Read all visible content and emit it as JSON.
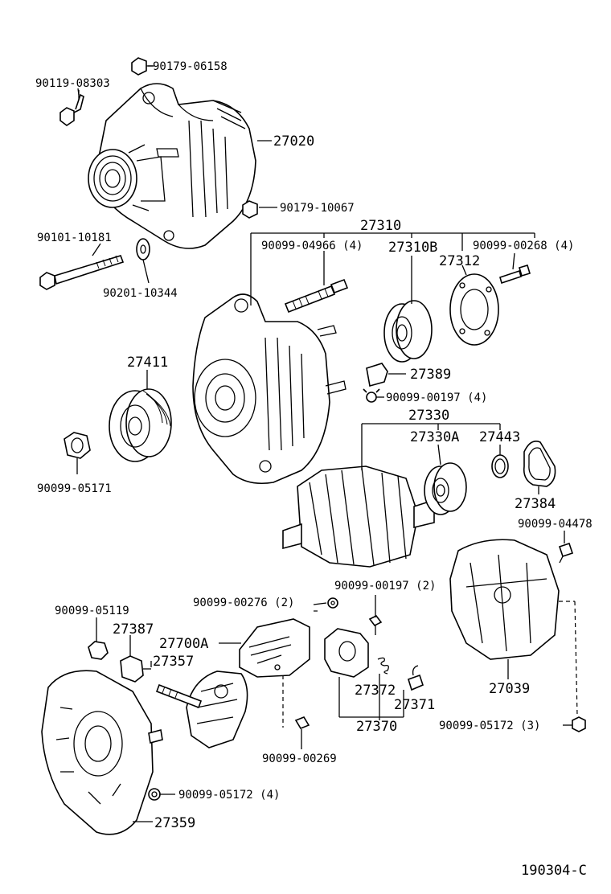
{
  "labels": {
    "p27020": "27020",
    "p90179_06158": "90179-06158",
    "p90119_08303": "90119-08303",
    "p90179_10067": "90179-10067",
    "p90101_10181": "90101-10181",
    "p90201_10344": "90201-10344",
    "p27310": "27310",
    "p90099_04966": "90099-04966 (4)",
    "p27310B": "27310B",
    "p27312": "27312",
    "p90099_00268": "90099-00268 (4)",
    "p27389": "27389",
    "p90099_00197_4": "90099-00197 (4)",
    "p27411": "27411",
    "p27330": "27330",
    "p27330A": "27330A",
    "p27443": "27443",
    "p27384": "27384",
    "p90099_05171": "90099-05171",
    "p90099_04478": "90099-04478",
    "p90099_00276": "90099-00276 (2)",
    "p90099_00197_2": "90099-00197 (2)",
    "p90099_05119": "90099-05119",
    "p27387": "27387",
    "p27700A": "27700A",
    "p27357": "27357",
    "p27372": "27372",
    "p27371": "27371",
    "p27370": "27370",
    "p27039": "27039",
    "p90099_00269": "90099-00269",
    "p90099_05172_3": "90099-05172 (3)",
    "p90099_05172_4": "90099-05172 (4)",
    "p27359": "27359",
    "figure_id": "190304-C"
  }
}
